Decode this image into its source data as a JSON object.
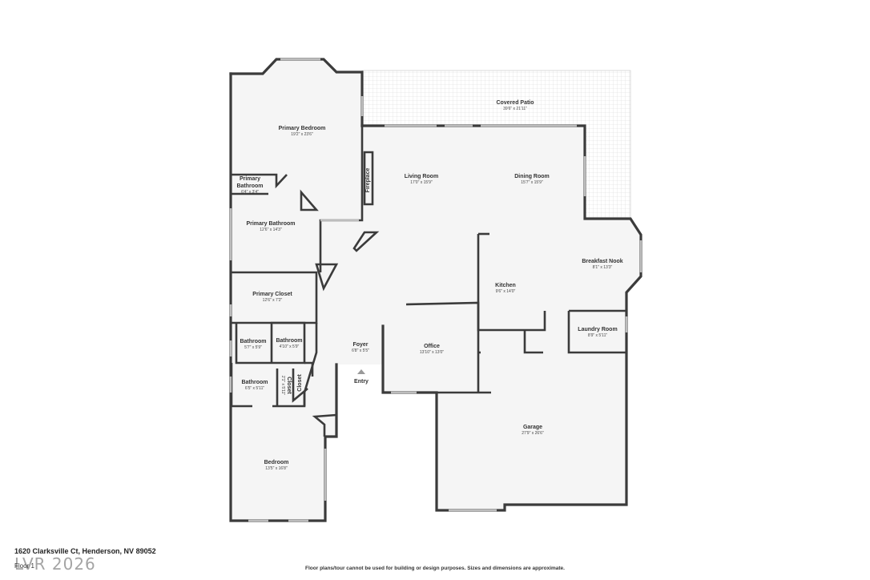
{
  "rooms": {
    "covered_patio": {
      "name": "Covered Patio",
      "dim": "39'6\" x 21'11\""
    },
    "primary_bedroom": {
      "name": "Primary Bedroom",
      "dim": "19'2\" x 23'6\""
    },
    "primary_bathroom_small": {
      "name_line1": "Primary",
      "name_line2": "Bathroom",
      "dim": "6'4\" x 3'4\""
    },
    "primary_bathroom": {
      "name": "Primary Bathroom",
      "dim": "12'6\" x 14'3\""
    },
    "primary_closet": {
      "name": "Primary Closet",
      "dim": "12'6\" x 7'2\""
    },
    "living_room": {
      "name": "Living Room",
      "dim": "17'0\" x 15'9\""
    },
    "dining_room": {
      "name": "Dining Room",
      "dim": "15'7\" x 15'9\""
    },
    "fireplace": {
      "name": "Fireplace"
    },
    "breakfast_nook": {
      "name": "Breakfast Nook",
      "dim": "8'1\" x 13'3\""
    },
    "kitchen": {
      "name": "Kitchen",
      "dim": "9'6\" x 14'0\""
    },
    "laundry_room": {
      "name": "Laundry Room",
      "dim": "8'9\" x 5'11\""
    },
    "bathroom_a": {
      "name": "Bathroom",
      "dim": "5'7\" x 5'9\""
    },
    "bathroom_b": {
      "name": "Bathroom",
      "dim": "4'10\" x 5'9\""
    },
    "bathroom_c": {
      "name": "Bathroom",
      "dim": "6'5\" x 5'11\""
    },
    "closet_a": {
      "name": "Closet",
      "dim": "2'1\" x 5'11\""
    },
    "closet_b": {
      "name": "Closet"
    },
    "foyer": {
      "name": "Foyer",
      "dim": "6'8\" x 5'5\""
    },
    "office": {
      "name": "Office",
      "dim": "13'10\" x 13'0\""
    },
    "entry": {
      "name": "Entry"
    },
    "garage": {
      "name": "Garage",
      "dim": "27'9\" x 26'6\""
    },
    "bedroom": {
      "name": "Bedroom",
      "dim": "13'5\" x 16'8\""
    }
  },
  "footer": {
    "address": "1620 Clarksville Ct, Henderson, NV 89052",
    "floor_label": "Floor 1",
    "watermark": "LVR 2026",
    "disclaimer": "Floor plans/tour cannot be used for building or design purposes. Sizes and dimensions are approximate."
  },
  "colors": {
    "wall": "#3b3b3b",
    "floor": "#f5f5f5",
    "window": "#bdbdbd",
    "patio_grid": "#d8d8d8"
  }
}
